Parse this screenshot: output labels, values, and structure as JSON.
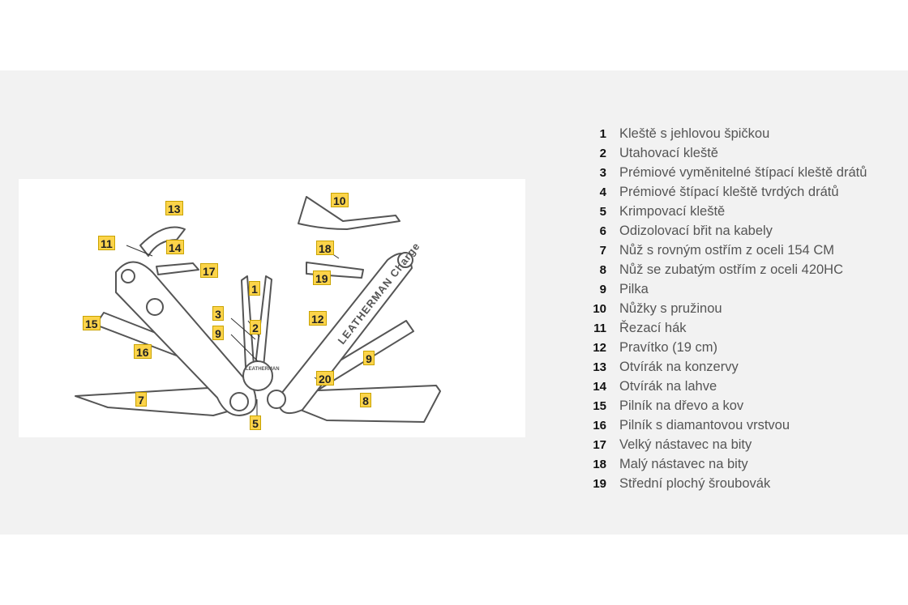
{
  "legend": [
    {
      "num": "1",
      "text": "Kleště s jehlovou špičkou"
    },
    {
      "num": "2",
      "text": "Utahovací kleště"
    },
    {
      "num": "3",
      "text": "Prémiové vyměnitelné štípací kleště drátů"
    },
    {
      "num": "4",
      "text": "Prémiové štípací kleště tvrdých drátů"
    },
    {
      "num": "5",
      "text": "Krimpovací kleště"
    },
    {
      "num": "6",
      "text": "Odizolovací břit na kabely"
    },
    {
      "num": "7",
      "text": "Nůž s rovným ostřím z oceli 154 CM"
    },
    {
      "num": "8",
      "text": "Nůž se zubatým ostřím z oceli 420HC"
    },
    {
      "num": "9",
      "text": "Pilka"
    },
    {
      "num": "10",
      "text": "Nůžky s pružinou"
    },
    {
      "num": "11",
      "text": "Řezací hák"
    },
    {
      "num": "12",
      "text": "Pravítko (19 cm)"
    },
    {
      "num": "13",
      "text": "Otvírák na konzervy"
    },
    {
      "num": "14",
      "text": "Otvírák na lahve"
    },
    {
      "num": "15",
      "text": "Pilník na dřevo a kov"
    },
    {
      "num": "16",
      "text": "Pilník s diamantovou vrstvou"
    },
    {
      "num": "17",
      "text": "Velký nástavec na bity"
    },
    {
      "num": "18",
      "text": "Malý nástavec na bity"
    },
    {
      "num": "19",
      "text": "Střední plochý šroubovák"
    }
  ],
  "callouts": {
    "c1": "1",
    "c2": "2",
    "c3": "3",
    "c5": "5",
    "c7": "7",
    "c8": "8",
    "c9a": "9",
    "c9b": "9",
    "c10": "10",
    "c11": "11",
    "c12": "12",
    "c13": "13",
    "c14": "14",
    "c15": "15",
    "c16": "16",
    "c17": "17",
    "c18": "18",
    "c19": "19",
    "c20": "20"
  },
  "engraving": {
    "handle": "LEATHERMAN Charge",
    "pivot": "LEATHERMAN"
  },
  "colors": {
    "callout_fill": "#fcd44a",
    "band": "#f2f2f2",
    "line_art": "#555555"
  }
}
